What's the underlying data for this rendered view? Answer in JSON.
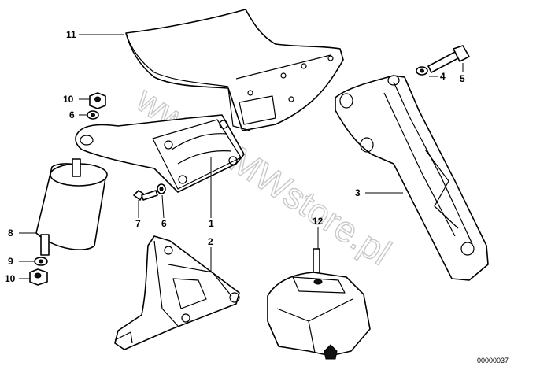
{
  "diagram": {
    "callouts": [
      {
        "id": "1",
        "text": "1"
      },
      {
        "id": "2",
        "text": "2"
      },
      {
        "id": "3",
        "text": "3"
      },
      {
        "id": "4",
        "text": "4"
      },
      {
        "id": "5",
        "text": "5"
      },
      {
        "id": "6a",
        "text": "6"
      },
      {
        "id": "6b",
        "text": "6"
      },
      {
        "id": "7",
        "text": "7"
      },
      {
        "id": "8",
        "text": "8"
      },
      {
        "id": "9",
        "text": "9"
      },
      {
        "id": "10a",
        "text": "10"
      },
      {
        "id": "10b",
        "text": "10"
      },
      {
        "id": "11",
        "text": "11"
      },
      {
        "id": "12",
        "text": "12"
      }
    ],
    "reference_number": "00000037",
    "watermark": "www.BMWstore.pl"
  }
}
